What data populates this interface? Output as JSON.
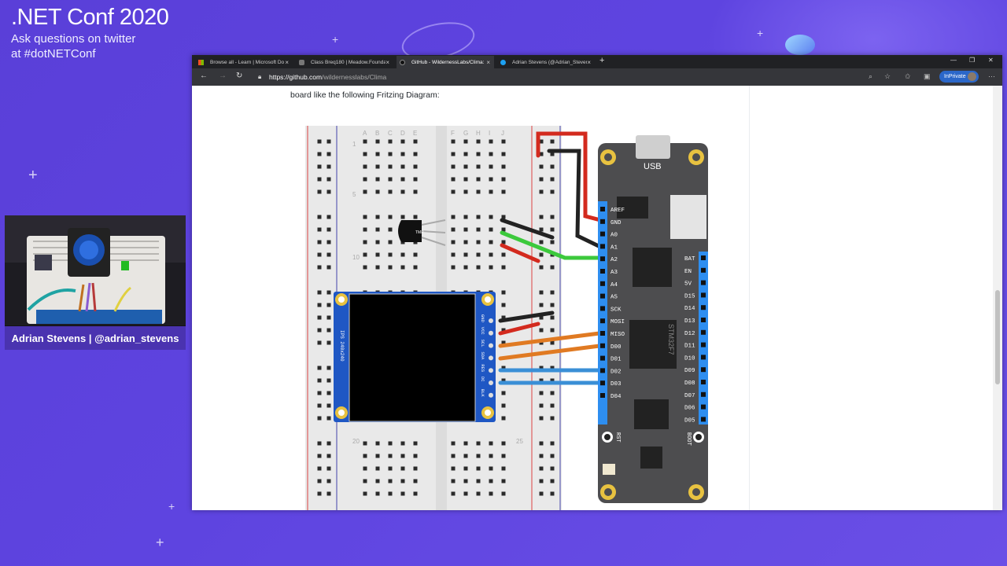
{
  "event": {
    "title": ".NET Conf 2020",
    "subtitle_line1": "Ask questions on twitter",
    "subtitle_line2": "at #dotNETConf"
  },
  "speaker": {
    "caption": "Adrian Stevens | @adrian_stevens"
  },
  "browser": {
    "tabs": [
      {
        "title": "Browse all - Learn | Microsoft Do",
        "icon": "microsoft-icon",
        "active": false
      },
      {
        "title": "Class Breq180 | Meadow.Foundat",
        "icon": "page-icon",
        "active": false
      },
      {
        "title": "GitHub - WildernessLabs/Clima:",
        "icon": "github-icon",
        "active": true
      },
      {
        "title": "Adrian Stevens (@Adrian_Steven",
        "icon": "twitter-icon",
        "active": false
      }
    ],
    "url_host": "https://github.com",
    "url_path": "/wildernesslabs/Clima",
    "inprivate_label": "InPrivate"
  },
  "page": {
    "paragraph": "board like the following Fritzing Diagram:"
  },
  "diagram": {
    "usb_label": "USB",
    "chip_label": "STM32F7",
    "rst_label": "RST",
    "boot_label": "BOOT",
    "left_pins": [
      "AREF",
      "GND",
      "A0",
      "A1",
      "A2",
      "A3",
      "A4",
      "A5",
      "SCK",
      "MOSI",
      "MISO",
      "D00",
      "D01",
      "D02",
      "D03",
      "D04"
    ],
    "right_pins": [
      "BAT",
      "EN",
      "5V",
      "D15",
      "D14",
      "D13",
      "D12",
      "D11",
      "D10",
      "D09",
      "D08",
      "D07",
      "D06",
      "D05"
    ],
    "display_pins": [
      "GND",
      "VCC",
      "SCL",
      "SDA",
      "RES",
      "DC",
      "BLK"
    ],
    "display_label": "IPS 240x240",
    "breadboard_cols": [
      "A",
      "B",
      "C",
      "D",
      "E",
      "F",
      "G",
      "H",
      "I",
      "J"
    ],
    "breadboard_rows": [
      "1",
      "5",
      "10",
      "20",
      "25"
    ],
    "sensor_label": "TMP"
  },
  "colors": {
    "accent": "#5a3fd8",
    "wire_red": "#d32a1e",
    "wire_black": "#222222",
    "wire_green": "#3cc93c",
    "wire_orange": "#e07a22",
    "wire_blue": "#3a8fd6",
    "board_grey": "#4d4d4f",
    "pin_blue": "#2e8ef0"
  }
}
